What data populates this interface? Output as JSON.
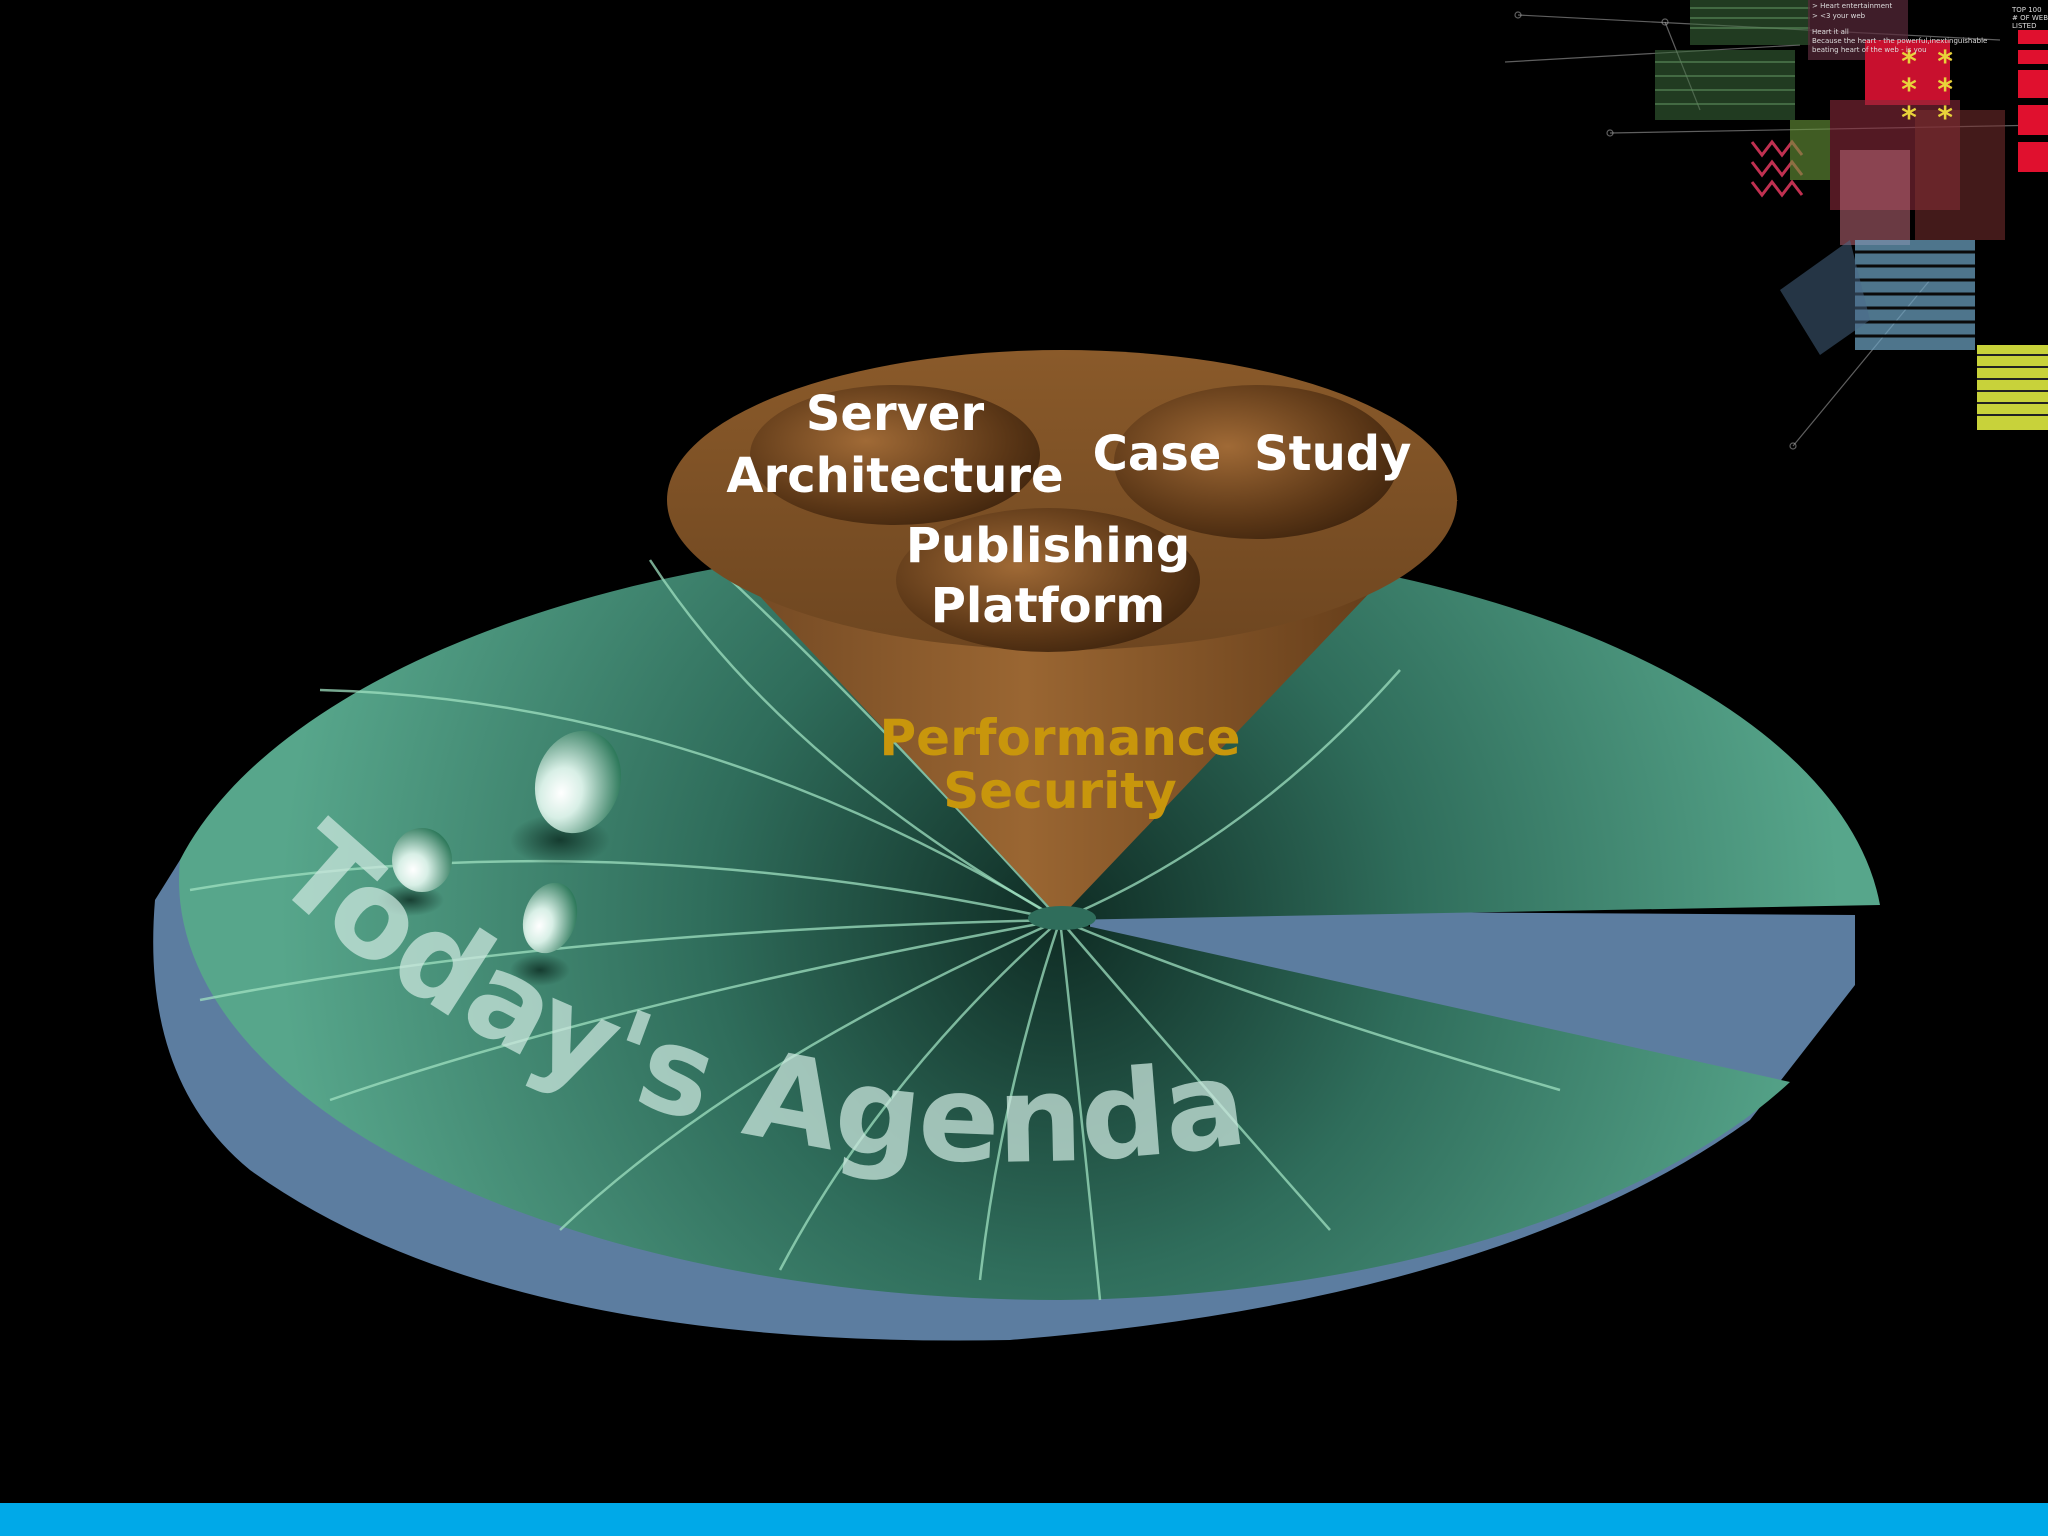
{
  "slide": {
    "background_color": "#000000",
    "bar_color": "#00A9E8"
  },
  "agenda": {
    "title": "Today's Agenda",
    "funnel_items": [
      {
        "lines": [
          "Server",
          "Architecture"
        ]
      },
      {
        "lines": [
          "Case",
          "Study"
        ]
      },
      {
        "lines": [
          "Publishing",
          "Platform"
        ]
      }
    ],
    "bottom_items": [
      "Performance",
      "Security"
    ],
    "colors": {
      "leaf": "#4E9B82",
      "leaf_edge": "#5C7DA0",
      "funnel": "#7A4E25",
      "item_text": "#FFFFFF",
      "highlight_text": "#C8960C"
    }
  },
  "decoration": {
    "lines": [
      "> Heart entertainment",
      "> <3 your web",
      "Heart it all",
      "Because the heart - the powerful,inextinguishable",
      "beating heart of the web - is you",
      "TOP 100",
      "# OF WEBSITE",
      "LISTED"
    ],
    "asterisks": [
      "* *",
      "* *",
      "* *"
    ]
  }
}
